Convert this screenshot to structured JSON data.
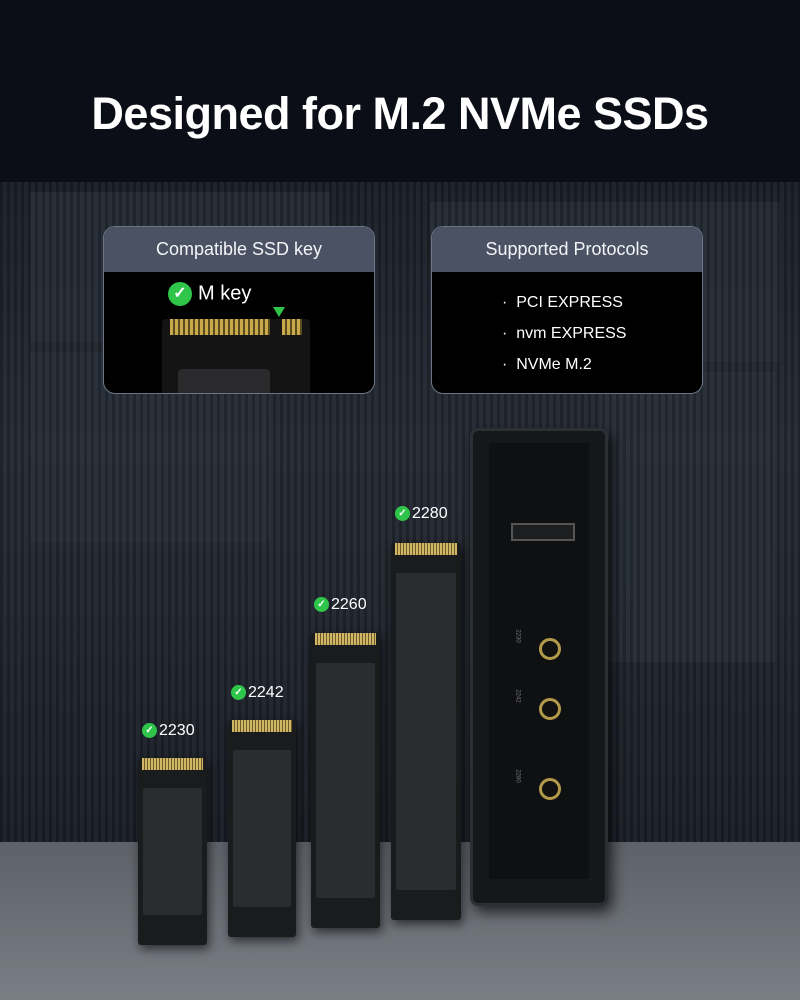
{
  "title": "Designed for M.2 NVMe SSDs",
  "key_card": {
    "header": "Compatible SSD key",
    "key_label": "M key"
  },
  "protocol_card": {
    "header": "Supported Protocols",
    "items": [
      "PCI EXPRESS",
      "nvm EXPRESS",
      "NVMe M.2"
    ],
    "bullet": "·"
  },
  "sizes": [
    "2230",
    "2242",
    "2260",
    "2280"
  ],
  "enclosure_marks": [
    "2230",
    "2242",
    "2280"
  ],
  "colors": {
    "check": "#2fc54a",
    "card_header": "#4a5263"
  }
}
